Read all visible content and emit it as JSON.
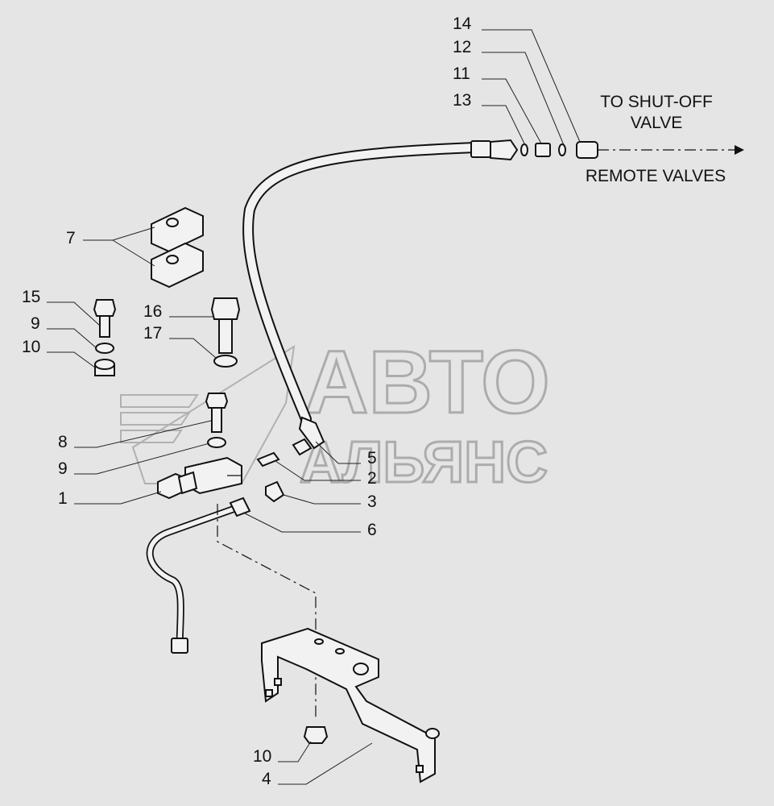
{
  "callouts": [
    {
      "id": "14",
      "text": "14"
    },
    {
      "id": "12",
      "text": "12"
    },
    {
      "id": "11",
      "text": "11"
    },
    {
      "id": "13",
      "text": "13"
    },
    {
      "id": "7",
      "text": "7"
    },
    {
      "id": "15",
      "text": "15"
    },
    {
      "id": "9a",
      "text": "9"
    },
    {
      "id": "10a",
      "text": "10"
    },
    {
      "id": "16",
      "text": "16"
    },
    {
      "id": "17",
      "text": "17"
    },
    {
      "id": "8",
      "text": "8"
    },
    {
      "id": "9b",
      "text": "9"
    },
    {
      "id": "1",
      "text": "1"
    },
    {
      "id": "5",
      "text": "5"
    },
    {
      "id": "2",
      "text": "2"
    },
    {
      "id": "3",
      "text": "3"
    },
    {
      "id": "6",
      "text": "6"
    },
    {
      "id": "10b",
      "text": "10"
    },
    {
      "id": "4",
      "text": "4"
    }
  ],
  "notes": {
    "shutoff_line1": "TO SHUT-OFF",
    "shutoff_line2": "VALVE",
    "remote": "REMOTE VALVES"
  },
  "watermark": {
    "line1": "АВТО",
    "line2": "АЛЬЯНС"
  }
}
